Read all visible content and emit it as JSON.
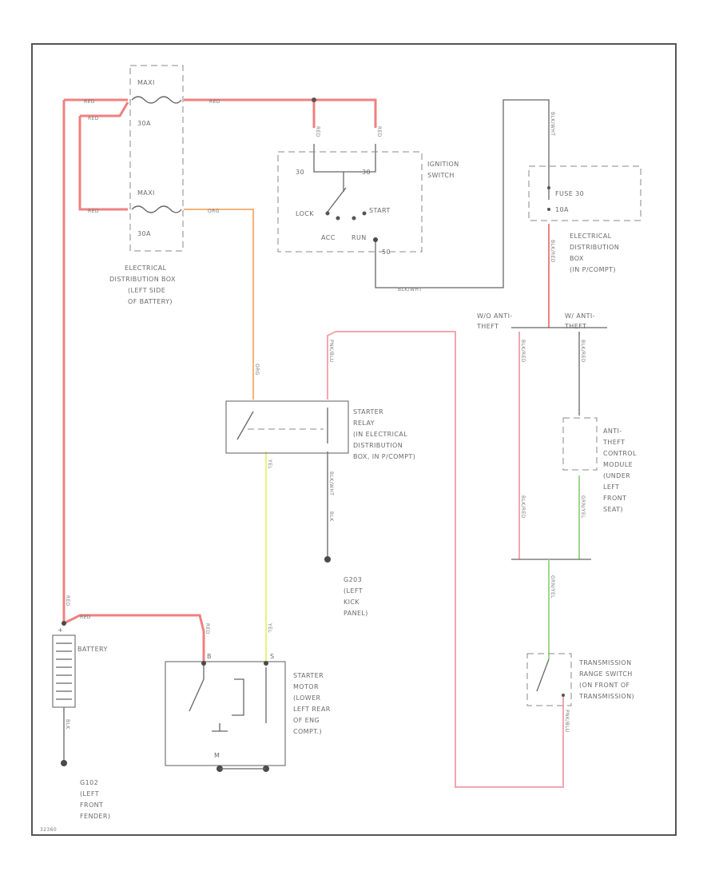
{
  "colors": {
    "red_wire": "#f08080",
    "pink_wire": "#f4a6ae",
    "orange_wire": "#f5b27a",
    "yellow_wire": "#eef27c",
    "green_wire": "#9ad98c",
    "ground_wire": "#666666"
  },
  "components": {
    "dist_box_battery": {
      "fuse_top_label": "MAXI",
      "fuse_top_rating": "30A",
      "fuse_bottom_label": "MAXI",
      "fuse_bottom_rating": "30A",
      "caption": [
        "ELECTRICAL",
        "DISTRIBUTION BOX",
        "(LEFT SIDE",
        "OF BATTERY)"
      ]
    },
    "ignition_switch": {
      "caption": [
        "IGNITION",
        "SWITCH"
      ],
      "terminal_left": "30",
      "terminal_right": "30",
      "lock_label": "LOCK",
      "start_label": "START",
      "acc_label": "ACC",
      "run_label": "RUN",
      "bottom_terminal": "50"
    },
    "fuse_box_dash": {
      "fuse_name": "FUSE 30",
      "fuse_rating": "10A",
      "caption": [
        "ELECTRICAL",
        "DISTRIBUTION",
        "BOX",
        "(IN P/COMPT)"
      ]
    },
    "starter_relay": {
      "caption": [
        "STARTER",
        "RELAY",
        "(IN ELECTRICAL",
        "DISTRIBUTION",
        "BOX, IN P/COMPT)"
      ]
    },
    "ground_g203": {
      "caption": [
        "G203",
        "(LEFT",
        "KICK",
        "PANEL)"
      ]
    },
    "anti_theft_module": {
      "pin_left": "W/O ANTI-\nTHEFT",
      "pin_right": "W/ ANTI-\nTHEFT",
      "caption": [
        "ANTI-",
        "THEFT",
        "CONTROL",
        "MODULE",
        "(UNDER",
        "LEFT",
        "FRONT",
        "SEAT)"
      ]
    },
    "battery": {
      "caption": "BATTERY",
      "terminal": "+"
    },
    "ground_g102": {
      "caption": [
        "G102",
        "(LEFT",
        "FRONT",
        "FENDER)"
      ]
    },
    "starter_motor": {
      "terminal_b": "B",
      "terminal_s": "S",
      "terminal_m": "M",
      "caption": [
        "STARTER",
        "MOTOR",
        "(LOWER",
        "LEFT REAR",
        "OF ENG",
        "COMPT.)"
      ]
    },
    "transmission_switch": {
      "caption": [
        "TRANSMISSION",
        "RANGE SWITCH",
        "(ON FRONT OF",
        "TRANSMISSION)"
      ]
    }
  },
  "wires": {
    "red": "RED",
    "org": "ORG",
    "yel": "YEL",
    "blk": "BLK",
    "blk_wht": "BLK/WHT",
    "blk_red": "BLK/RED",
    "pnk_blu": "PNK/BLU",
    "grn_yel": "GRN/YEL"
  },
  "footer_code": "32360"
}
